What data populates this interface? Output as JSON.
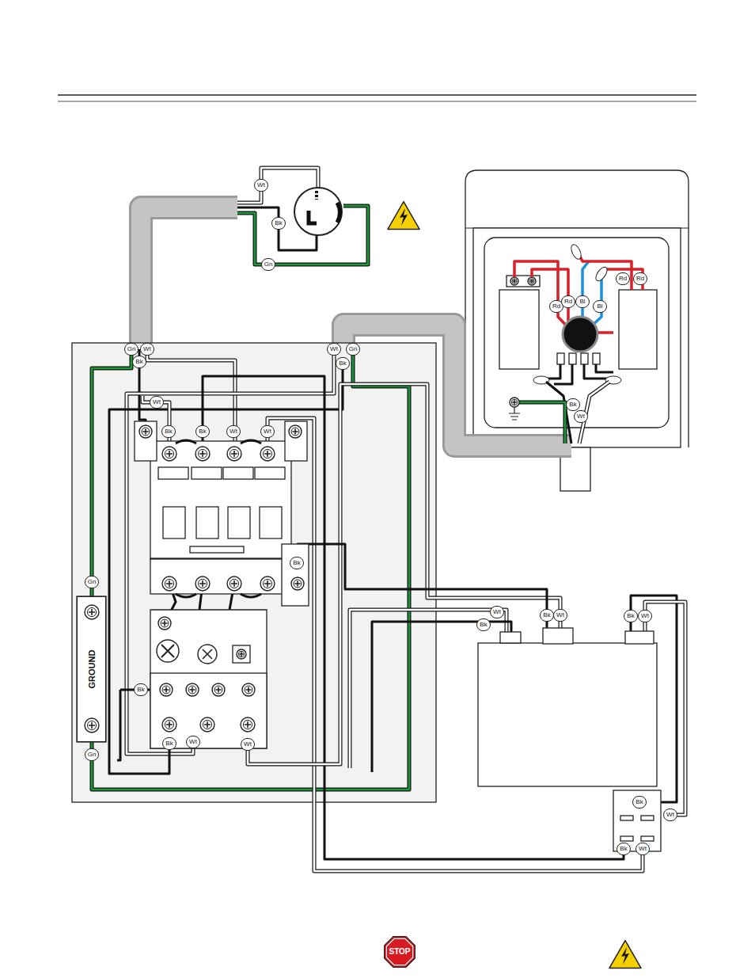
{
  "diagram": {
    "nodes": [
      {
        "text": [
          "GROUND"
        ]
      }
    ],
    "labels": [
      "Wt",
      "Bk",
      "Gn",
      "Gn",
      "Wt",
      "Bk",
      "Wt",
      "Gn",
      "Bk",
      "Wt",
      "Bk",
      "Bk",
      "Wt",
      "Wt",
      "Rd",
      "Rd",
      "Bl",
      "Bl",
      "Rd",
      "Rd",
      "Bk",
      "Wt",
      "Bk",
      "Gn",
      "Gn",
      "Bk",
      "Bk",
      "Wt",
      "Wt",
      "Wt",
      "Bk",
      "Bk",
      "Wt",
      "Bk",
      "Wt",
      "Bk",
      "Wt",
      "Bk",
      "Wt",
      "STOP"
    ]
  }
}
